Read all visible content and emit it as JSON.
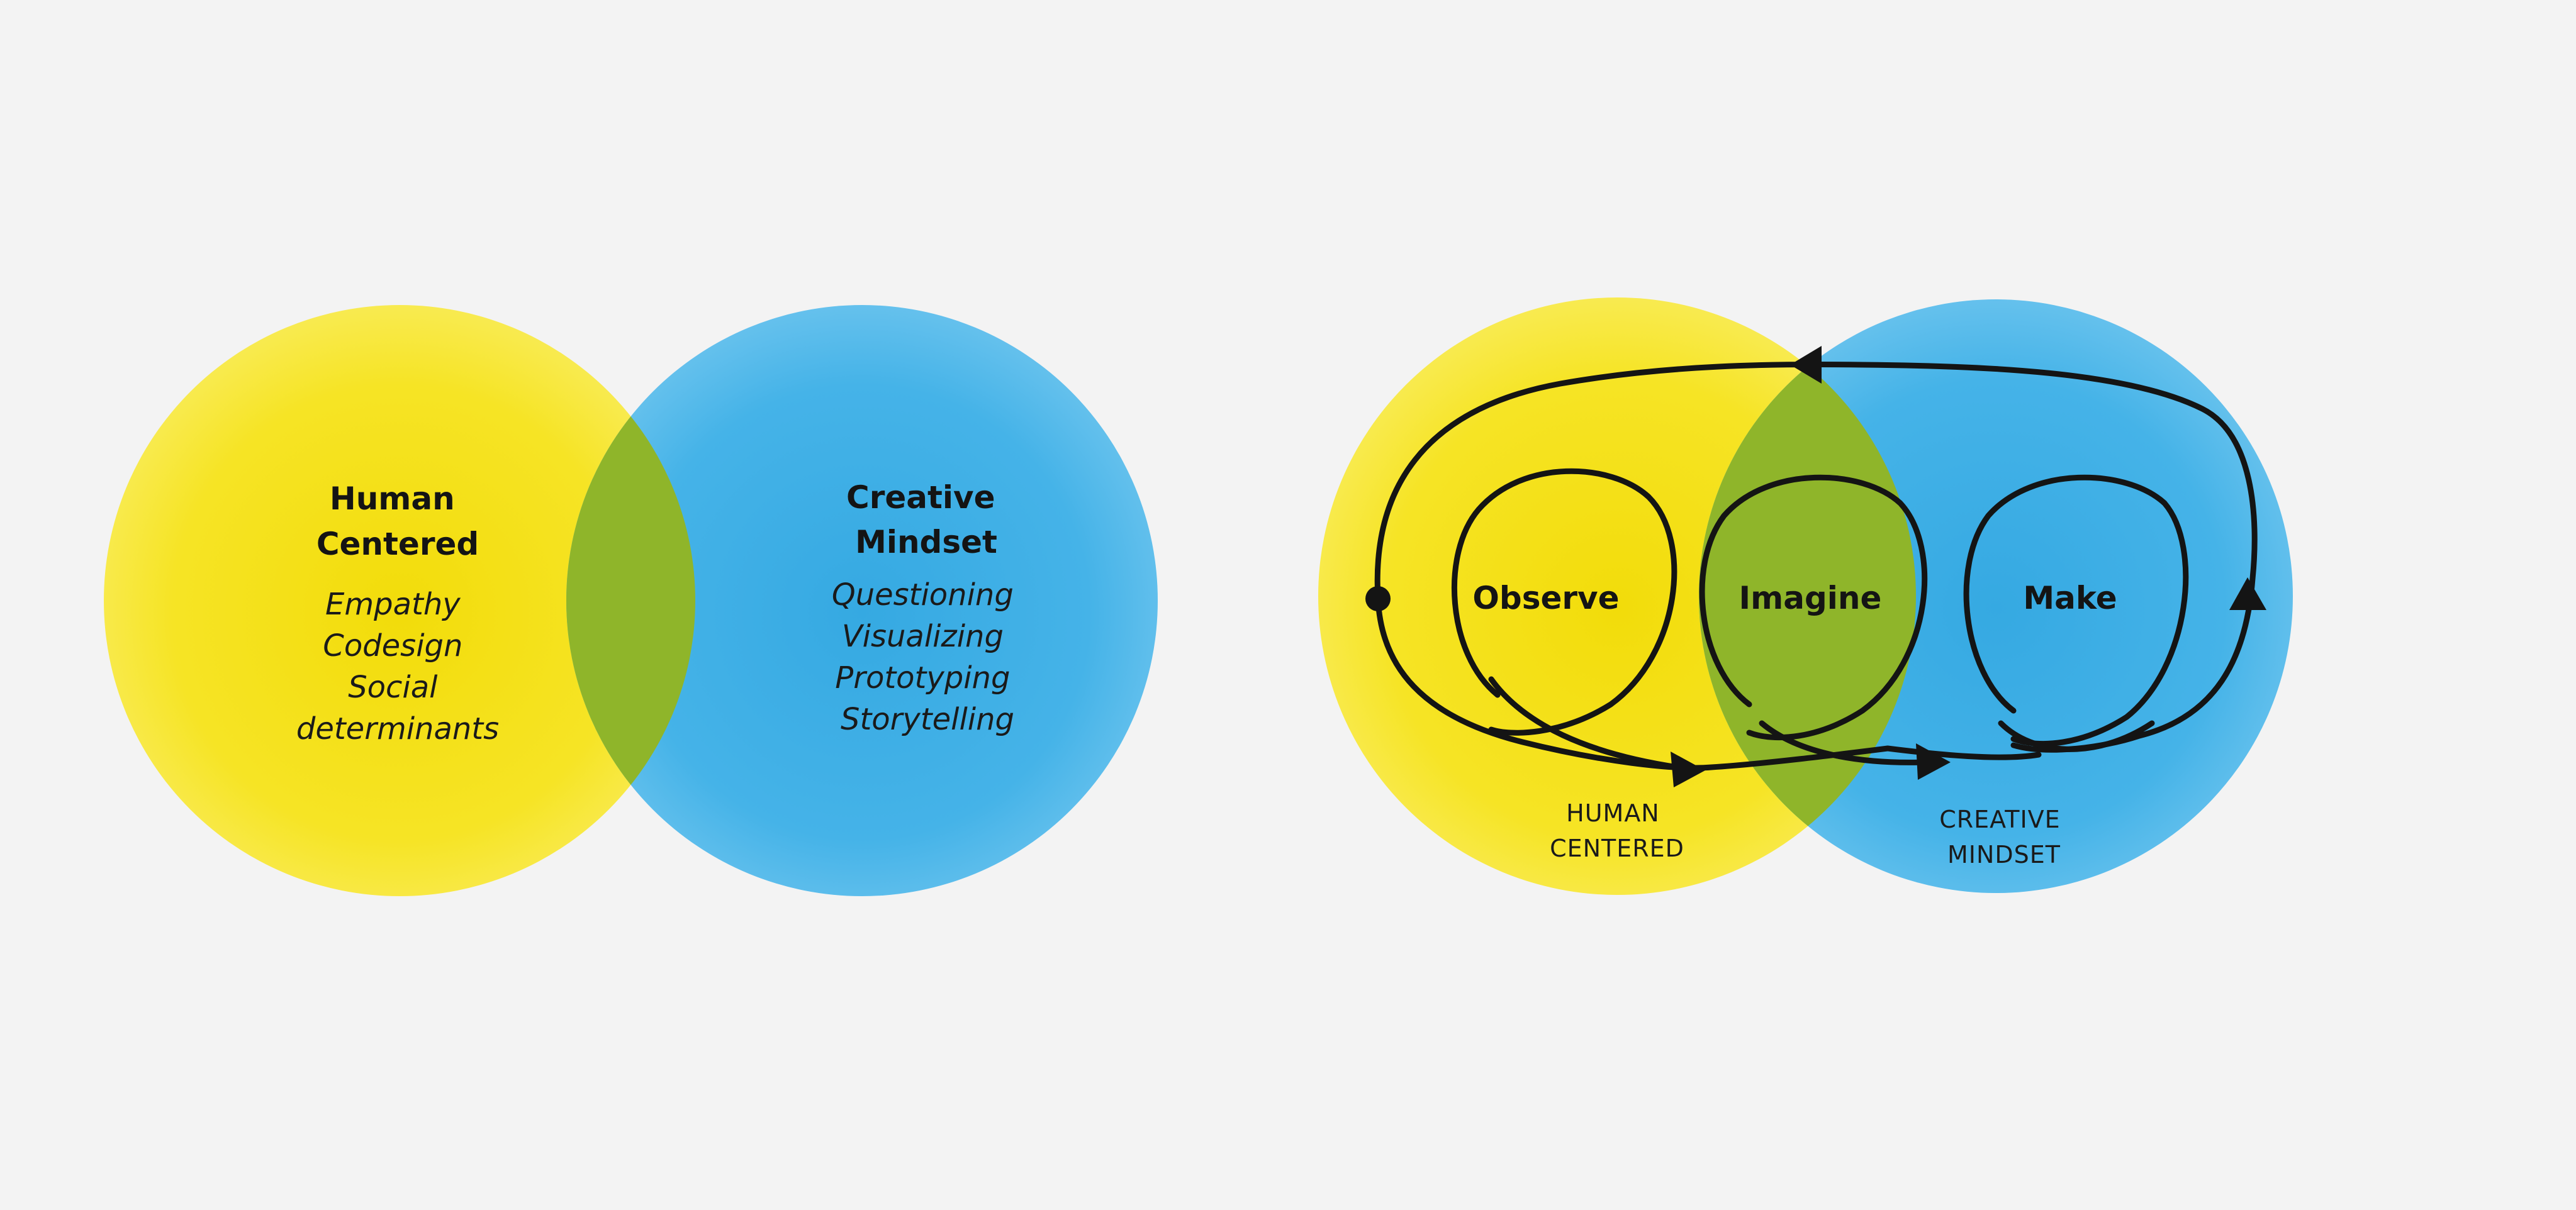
{
  "colors": {
    "background": "#f3f3f3",
    "yellow": "#f7e31a",
    "blue": "#3fb0e6",
    "overlap": "#8fb52a",
    "ink": "#141414"
  },
  "left_venn": {
    "human_centered": {
      "title": [
        "Human",
        "Centered"
      ],
      "items": [
        "Empathy",
        "Codesign",
        "Social",
        "determinants"
      ]
    },
    "creative_mindset": {
      "title": [
        "Creative",
        "Mindset"
      ],
      "items": [
        "Questioning",
        "Visualizing",
        "Prototyping",
        "Storytelling"
      ]
    }
  },
  "right_venn": {
    "loops": [
      "Observe",
      "Imagine",
      "Make"
    ],
    "captions": {
      "human_centered": [
        "HUMAN",
        "CENTERED"
      ],
      "creative_mindset": [
        "CREATIVE",
        "MINDSET"
      ]
    }
  }
}
